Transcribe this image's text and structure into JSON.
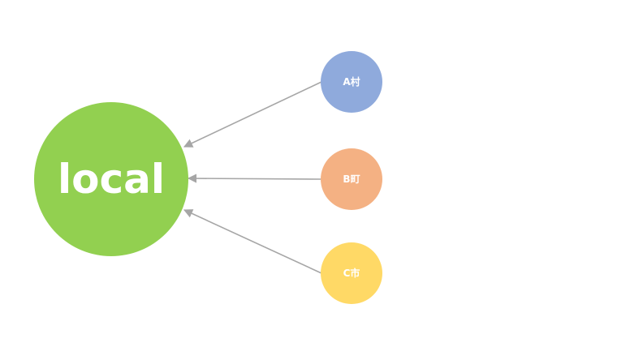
{
  "diagram": {
    "center_node": {
      "label": "local",
      "color": "#92d050"
    },
    "source_nodes": [
      {
        "label": "A村",
        "color": "#8faadc"
      },
      {
        "label": "B町",
        "color": "#f4b183"
      },
      {
        "label": "C市",
        "color": "#ffd966"
      }
    ],
    "arrow_color": "#a6a6a6"
  }
}
